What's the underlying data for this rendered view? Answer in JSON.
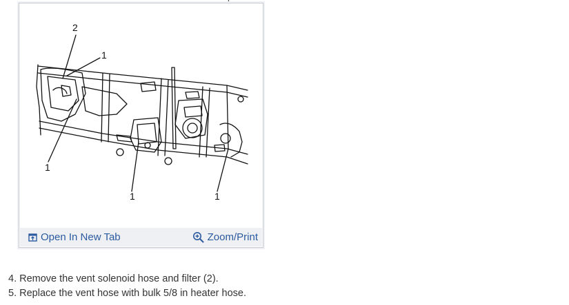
{
  "fragment": "(",
  "figure": {
    "callouts": [
      "2",
      "1",
      "1",
      "1",
      "1"
    ],
    "toolbar": {
      "open_label": "Open In New Tab",
      "zoom_label": "Zoom/Print"
    }
  },
  "steps": [
    "4. Remove the vent solenoid hose and filter (2).",
    "5. Replace the vent hose with bulk 5/8 in heater hose."
  ],
  "colors": {
    "link": "#2c5aa0",
    "toolbar_bg": "#eef0f3",
    "border": "#c8ccd2"
  },
  "icons": {
    "open": "open-new-tab-icon",
    "zoom": "zoom-in-icon"
  }
}
